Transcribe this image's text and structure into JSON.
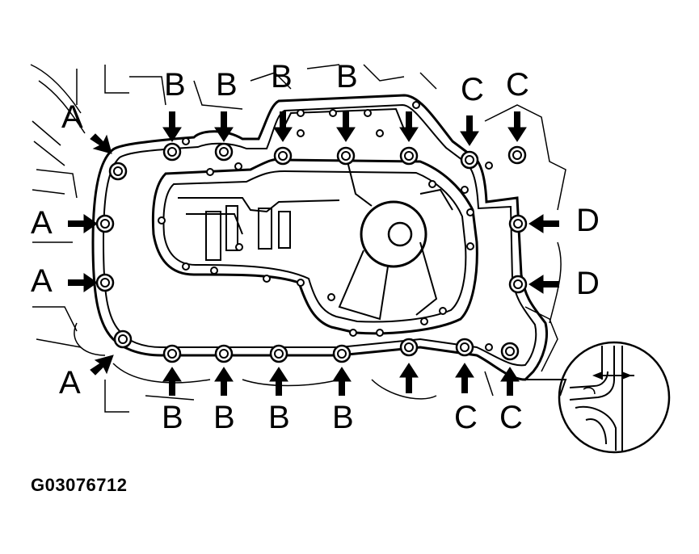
{
  "figure_id": "G03076712",
  "labels": {
    "a": "A",
    "b": "B",
    "c": "C",
    "d": "D"
  },
  "callouts": {
    "left": [
      "A",
      "A",
      "A",
      "A"
    ],
    "top": [
      "B",
      "B",
      "B",
      "B",
      "C",
      "C"
    ],
    "right": [
      "D",
      "D"
    ],
    "bottom": [
      "B",
      "B",
      "B",
      "B",
      "C",
      "C"
    ]
  },
  "colors": {
    "line": "#000000",
    "background": "#ffffff"
  }
}
